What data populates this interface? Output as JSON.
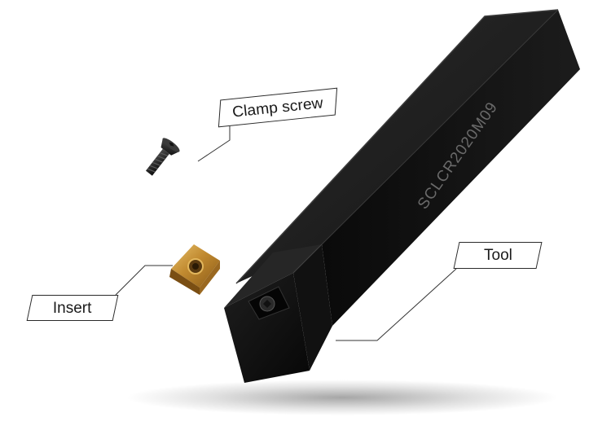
{
  "callouts": {
    "clamp_screw": "Clamp screw",
    "insert": "Insert",
    "tool": "Tool"
  },
  "tool_marking": "SCLCR2020M09",
  "colors": {
    "tool_body": "#141414",
    "insert_gold": "#c9953a",
    "leader_line": "#333333",
    "background": "#ffffff"
  }
}
